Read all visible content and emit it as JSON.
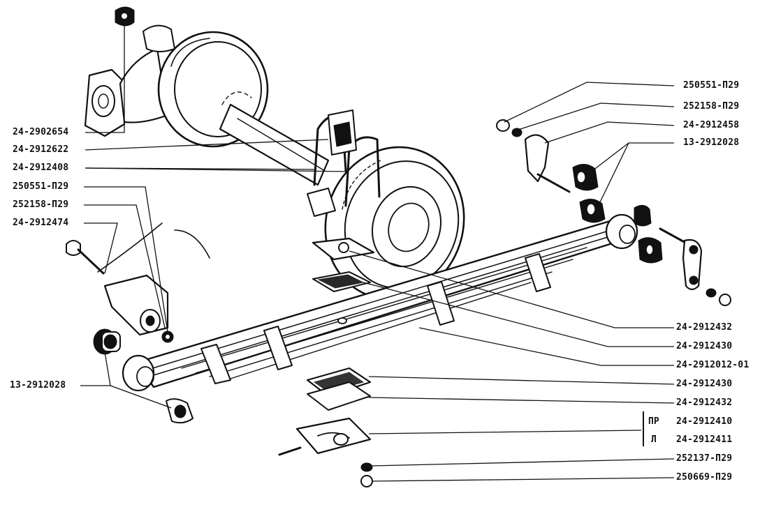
{
  "labels": {
    "l_2902654": "24-2902654",
    "l_2912622": "24-2912622",
    "l_2912408": "24-2912408",
    "l_250551_left": "250551-П29",
    "l_252158_left": "252158-П29",
    "l_2912474": "24-2912474",
    "l_13_2912028_left": "13-2912028",
    "l_250551_right": "250551-П29",
    "l_252158_right": "252158-П29",
    "l_2912458": "24-2912458",
    "l_13_2912028_right": "13-2912028",
    "l_2912432_a": "24-2912432",
    "l_2912430_a": "24-2912430",
    "l_2912012": "24-2912012-01",
    "l_2912430_b": "24-2912430",
    "l_2912432_b": "24-2912432",
    "l_2912410": "24-2912410",
    "l_2912411": "24-2912411",
    "l_252137": "252137-П29",
    "l_250669": "250669-П29"
  },
  "side_codes": {
    "pr": "ПР",
    "l": "Л"
  }
}
